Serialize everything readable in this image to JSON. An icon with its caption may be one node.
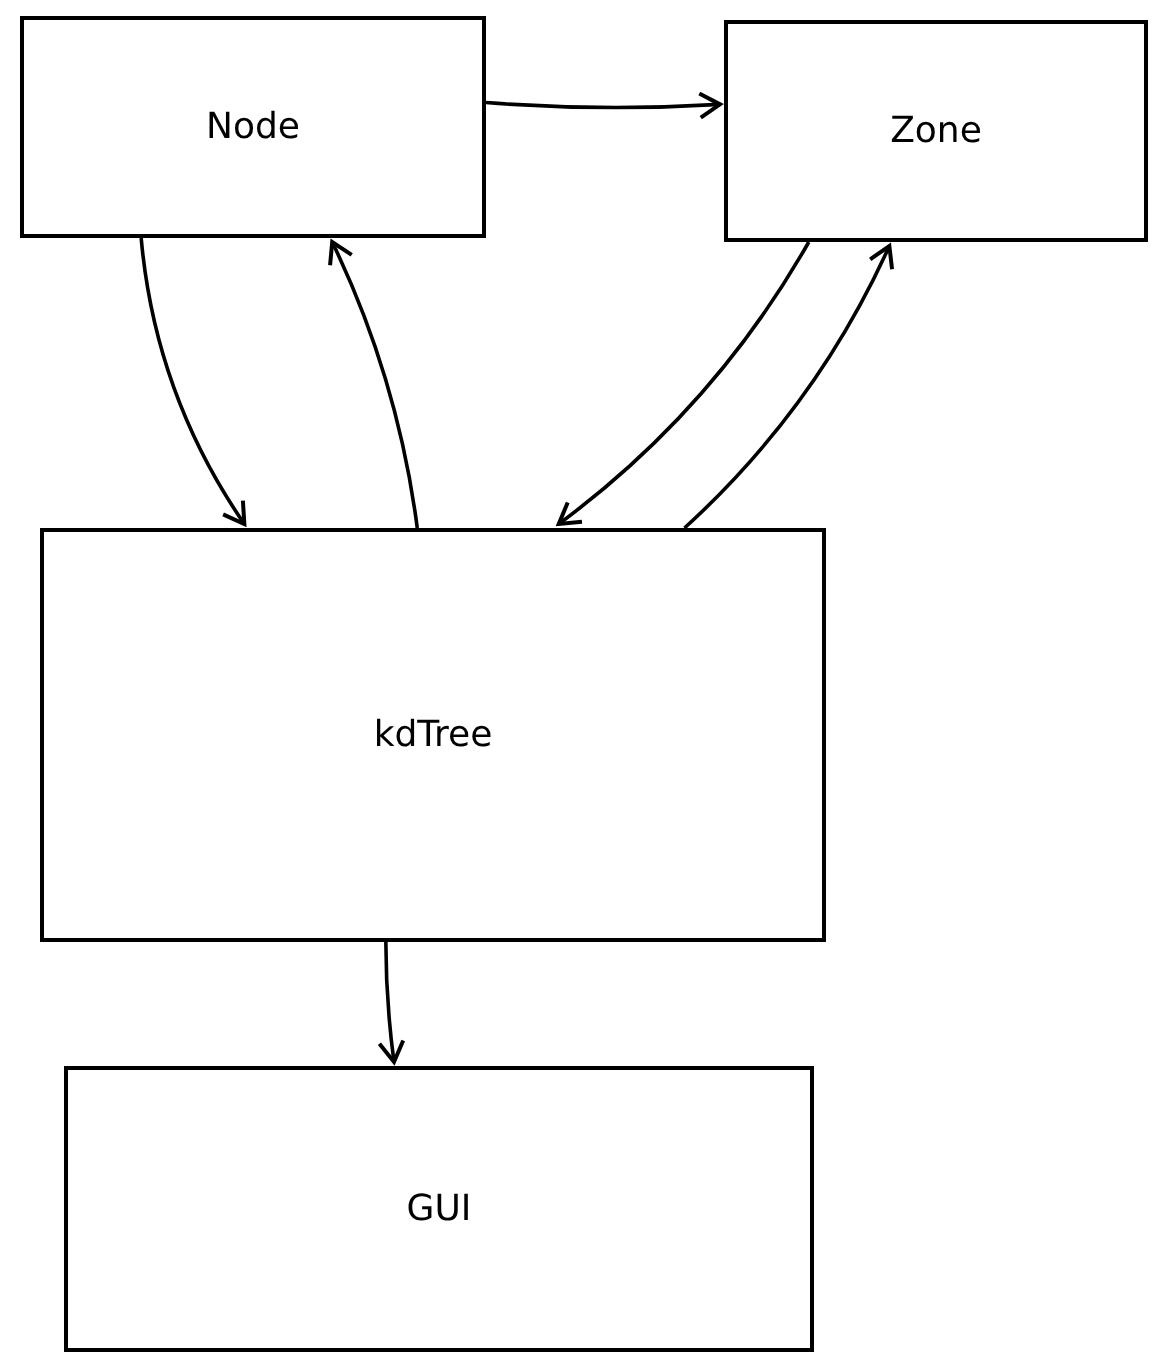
{
  "diagram": {
    "nodes": [
      {
        "text": [
          "Node"
        ]
      },
      {
        "text": [
          "Zone"
        ]
      },
      {
        "text": [
          "kdTree"
        ]
      },
      {
        "text": [
          "GUI"
        ]
      }
    ],
    "edges": [
      {
        "from": 0,
        "to": 1,
        "arrow": "to"
      },
      {
        "from": 0,
        "to": 2,
        "arrow": "to"
      },
      {
        "from": 2,
        "to": 0,
        "arrow": "to"
      },
      {
        "from": 1,
        "to": 2,
        "arrow": "to"
      },
      {
        "from": 2,
        "to": 1,
        "arrow": "to"
      },
      {
        "from": 2,
        "to": 3,
        "arrow": "to"
      }
    ]
  }
}
